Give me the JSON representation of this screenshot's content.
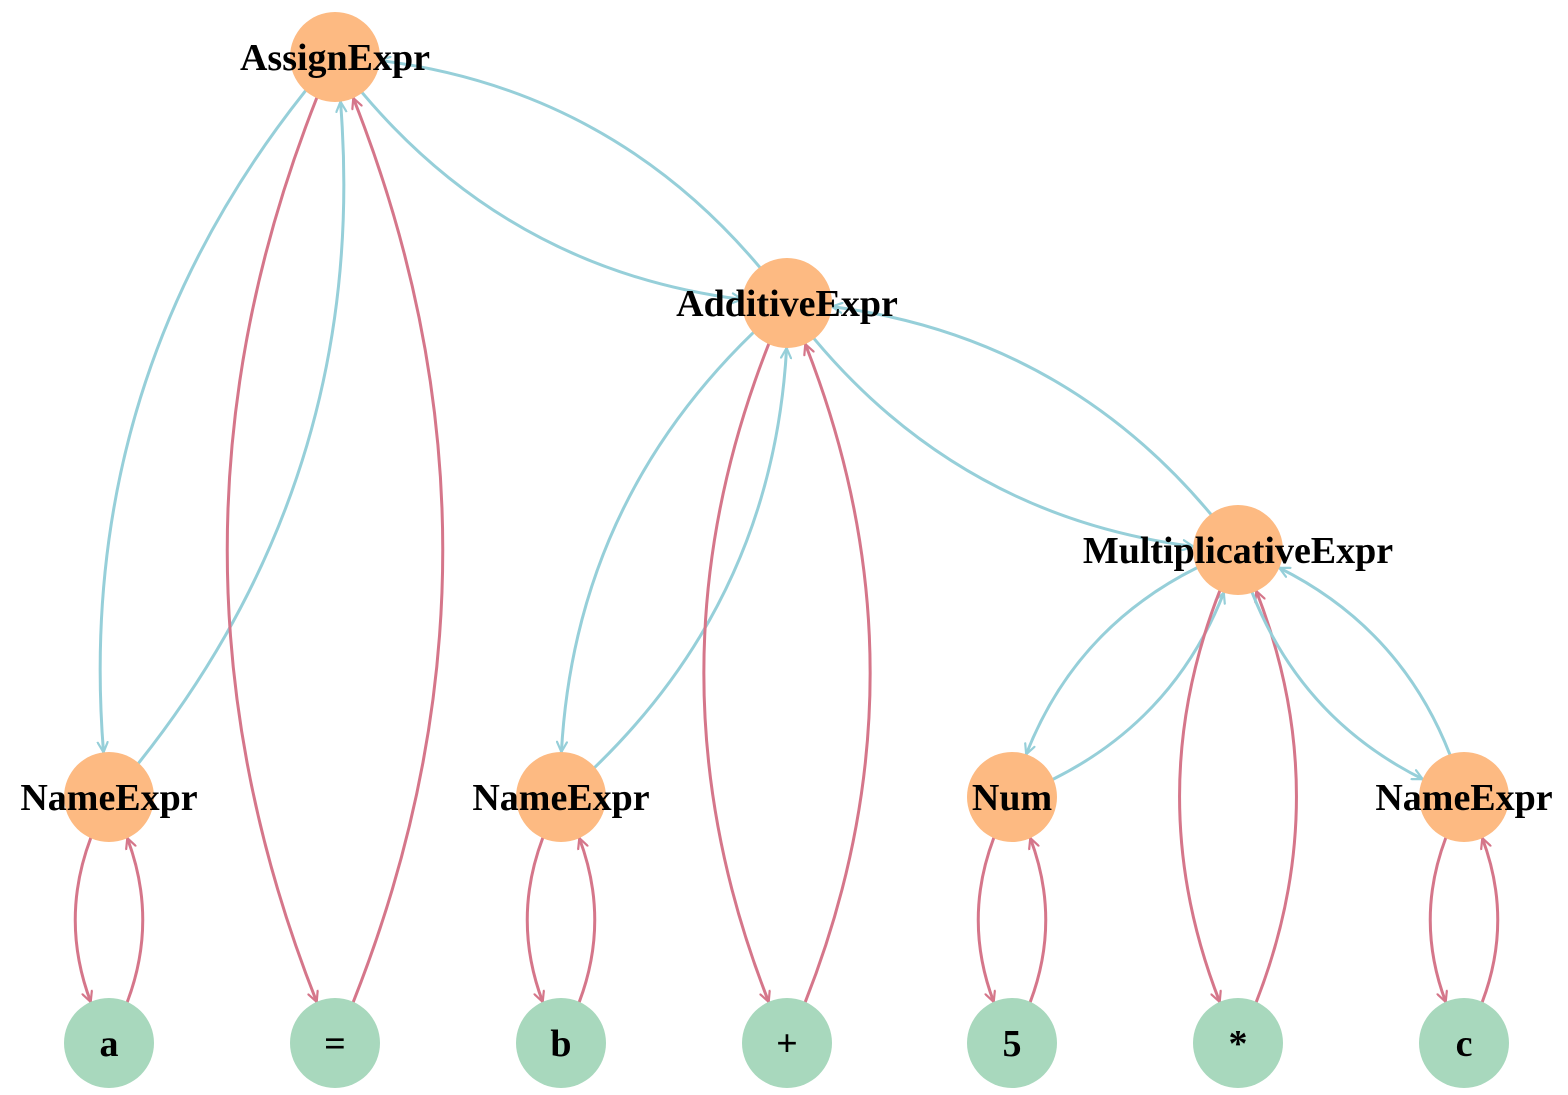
{
  "colors": {
    "nonterminal": "#FDBA82",
    "terminal": "#A8D8BD",
    "child_edge": "#96CFD9",
    "token_edge": "#D5768A",
    "label": "#000000"
  },
  "nodes": [
    {
      "id": "assign",
      "label": "AssignExpr",
      "kind": "nonterminal"
    },
    {
      "id": "additive",
      "label": "AdditiveExpr",
      "kind": "nonterminal"
    },
    {
      "id": "mult",
      "label": "MultiplicativeExpr",
      "kind": "nonterminal"
    },
    {
      "id": "name_a",
      "label": "NameExpr",
      "kind": "nonterminal"
    },
    {
      "id": "name_b",
      "label": "NameExpr",
      "kind": "nonterminal"
    },
    {
      "id": "num",
      "label": "Num",
      "kind": "nonterminal"
    },
    {
      "id": "name_c",
      "label": "NameExpr",
      "kind": "nonterminal"
    },
    {
      "id": "tok_a",
      "label": "a",
      "kind": "terminal"
    },
    {
      "id": "tok_eq",
      "label": "=",
      "kind": "terminal"
    },
    {
      "id": "tok_b",
      "label": "b",
      "kind": "terminal"
    },
    {
      "id": "tok_plus",
      "label": "+",
      "kind": "terminal"
    },
    {
      "id": "tok_5",
      "label": "5",
      "kind": "terminal"
    },
    {
      "id": "tok_star",
      "label": "*",
      "kind": "terminal"
    },
    {
      "id": "tok_c",
      "label": "c",
      "kind": "terminal"
    }
  ],
  "edges": [
    {
      "from": "name_a",
      "to": "assign",
      "kind": "child"
    },
    {
      "from": "assign",
      "to": "name_a",
      "kind": "child"
    },
    {
      "from": "tok_eq",
      "to": "assign",
      "kind": "token"
    },
    {
      "from": "assign",
      "to": "tok_eq",
      "kind": "token"
    },
    {
      "from": "assign",
      "to": "additive",
      "kind": "child"
    },
    {
      "from": "additive",
      "to": "assign",
      "kind": "child"
    },
    {
      "from": "name_b",
      "to": "additive",
      "kind": "child"
    },
    {
      "from": "additive",
      "to": "name_b",
      "kind": "child"
    },
    {
      "from": "tok_plus",
      "to": "additive",
      "kind": "token"
    },
    {
      "from": "additive",
      "to": "tok_plus",
      "kind": "token"
    },
    {
      "from": "additive",
      "to": "mult",
      "kind": "child"
    },
    {
      "from": "mult",
      "to": "additive",
      "kind": "child"
    },
    {
      "from": "num",
      "to": "mult",
      "kind": "child"
    },
    {
      "from": "mult",
      "to": "num",
      "kind": "child"
    },
    {
      "from": "tok_star",
      "to": "mult",
      "kind": "token"
    },
    {
      "from": "mult",
      "to": "tok_star",
      "kind": "token"
    },
    {
      "from": "mult",
      "to": "name_c",
      "kind": "child"
    },
    {
      "from": "name_c",
      "to": "mult",
      "kind": "child"
    },
    {
      "from": "tok_a",
      "to": "name_a",
      "kind": "token"
    },
    {
      "from": "name_a",
      "to": "tok_a",
      "kind": "token"
    },
    {
      "from": "tok_b",
      "to": "name_b",
      "kind": "token"
    },
    {
      "from": "name_b",
      "to": "tok_b",
      "kind": "token"
    },
    {
      "from": "tok_5",
      "to": "num",
      "kind": "token"
    },
    {
      "from": "num",
      "to": "tok_5",
      "kind": "token"
    },
    {
      "from": "tok_c",
      "to": "name_c",
      "kind": "token"
    },
    {
      "from": "name_c",
      "to": "tok_c",
      "kind": "token"
    }
  ]
}
